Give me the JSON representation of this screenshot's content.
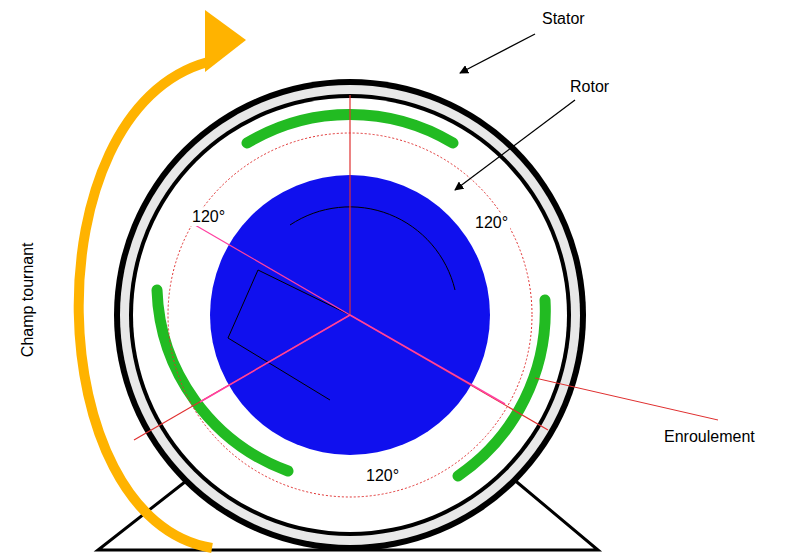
{
  "diagram": {
    "labels": [
      "Stator",
      "Rotor",
      "120°",
      "120°",
      "Champ tournant",
      "Enroulement",
      "120°"
    ]
  }
}
